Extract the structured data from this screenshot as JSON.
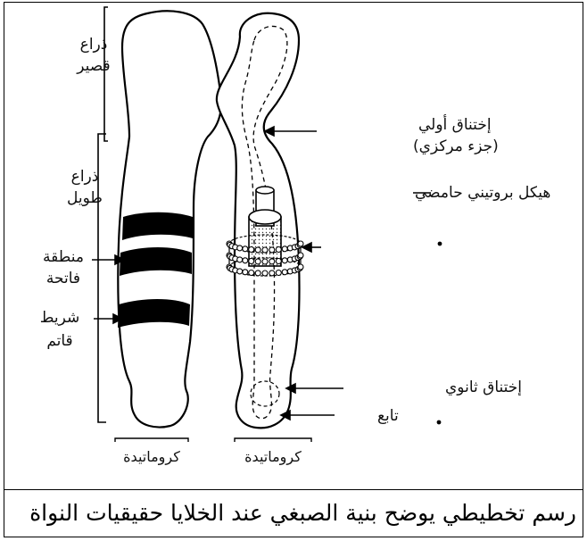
{
  "labels": {
    "short_arm_l1": "ذراع",
    "short_arm_l2": "قصير",
    "long_arm_l1": "ذراع",
    "long_arm_l2": "طويل",
    "light_region_l1": "منطقة",
    "light_region_l2": "فاتحة",
    "dark_band_l1": "شريط",
    "dark_band_l2": "قاتم",
    "primary_constriction_l1": "إختناق أولي",
    "primary_constriction_l2": "(جزء مركزي)",
    "acidic_protein_skeleton": "هيكل بروتيني حامضي",
    "secondary_constriction": "إختناق ثانوي",
    "satellite": "تابع",
    "chromatid_left": "كروماتيدة",
    "chromatid_right": "كروماتيدة"
  },
  "caption": "رسم تخطيطي يوضح بنية الصبغي عند الخلايا حقيقيات النواة"
}
